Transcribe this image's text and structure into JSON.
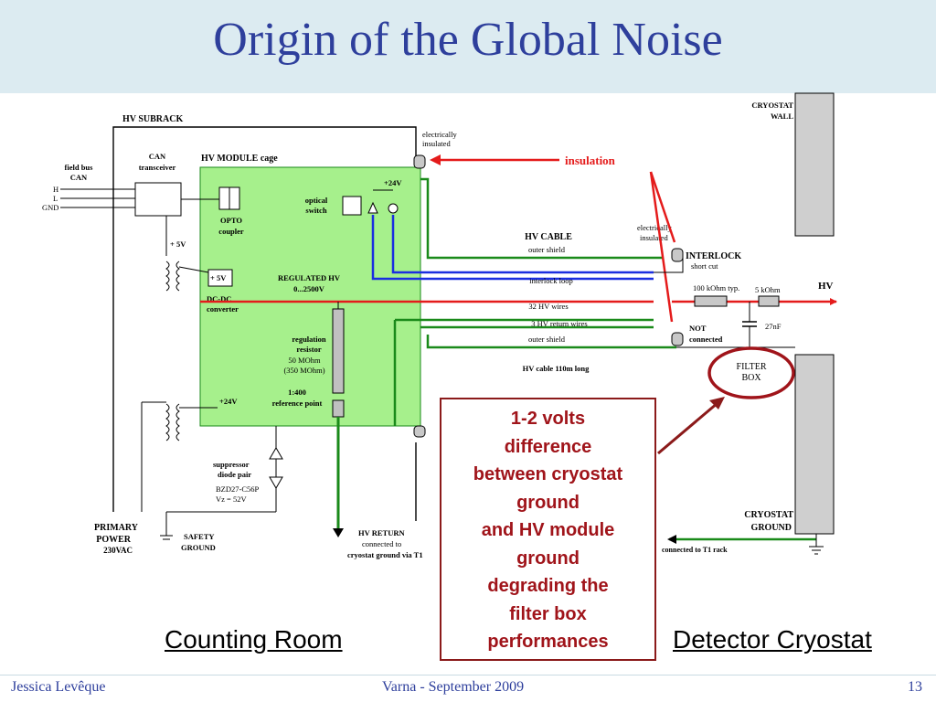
{
  "slide": {
    "title": "Origin of the Global Noise",
    "callout_lines": [
      "1-2 volts",
      "difference",
      "between cryostat",
      "ground",
      "and HV module",
      "ground",
      "degrading the",
      "filter box",
      "performances"
    ],
    "counting_room": "Counting Room",
    "detector_cryostat": "Detector Cryostat",
    "footer_author": "Jessica Levêque",
    "footer_event": "Varna -  September 2009",
    "page_number": "13"
  },
  "diagram": {
    "hv_subrack": "HV SUBRACK",
    "hv_module_cage": "HV MODULE cage",
    "can_transceiver": [
      "CAN",
      "transceiver"
    ],
    "field_bus": [
      "field bus",
      "CAN"
    ],
    "bus_lines": [
      "H",
      "L",
      "GND"
    ],
    "opto": [
      "OPTO",
      "coupler"
    ],
    "optical_switch": [
      "optical",
      "switch"
    ],
    "plus24v_top": "+24V",
    "plus5v_left": "+ 5V",
    "plus5v_box": "+ 5V",
    "dcdc": [
      "DC-DC",
      "converter"
    ],
    "regulated_hv": [
      "REGULATED HV",
      "0...2500V"
    ],
    "regulation_resistor": [
      "regulation",
      "resistor"
    ],
    "resistor_values": [
      "50 MOhm",
      "(350 MOhm)"
    ],
    "reference_point": [
      "1:400",
      "reference point"
    ],
    "plus24v_bottom": "+24V",
    "suppressor": [
      "suppressor",
      "diode pair"
    ],
    "bzd": [
      "BZD27-C56P",
      "Vz = 52V"
    ],
    "primary_power": [
      "PRIMARY",
      "POWER",
      "230VAC"
    ],
    "safety_ground": [
      "SAFETY",
      "GROUND"
    ],
    "hv_return": [
      "HV RETURN",
      "connected to",
      "cryostat ground via T1"
    ],
    "electrically_insulated_top": [
      "electrically",
      "insulated"
    ],
    "insulation": "insulation",
    "electrically_insulated_mid": [
      "electrically",
      "insulated"
    ],
    "hv_cable": "HV CABLE",
    "outer_shield_top": "outer shield",
    "interlock_loop": "interlock loop",
    "hv_wires": "32 HV wires",
    "return_wires": "3 HV return wires",
    "outer_shield_bottom": "outer shield",
    "hv_cable_length": "HV cable 110m long",
    "interlock": "INTERLOCK",
    "short_cut": "short cut",
    "resistor_100k": "100 kOhm typ.",
    "resistor_5k": "5 kOhm",
    "hv_out": "HV",
    "not_connected": [
      "NOT",
      "connected"
    ],
    "capacitor": "27nF",
    "filter_box": [
      "FILTER",
      "BOX"
    ],
    "cryostat_wall": [
      "CRYOSTAT",
      "WALL"
    ],
    "cryostat_ground": [
      "CRYOSTAT",
      "GROUND"
    ],
    "t1_rack": "connected to T1 rack"
  },
  "colors": {
    "title_blue": "#2e3f9c",
    "header_bg": "#dcebf1",
    "module_green": "#a6f08c",
    "wire_red": "#e41b1b",
    "wire_blue": "#1a2ee0",
    "wire_green": "#1a8a1a",
    "callout_red": "#a0141a",
    "wall_gray": "#cfcfcf"
  }
}
